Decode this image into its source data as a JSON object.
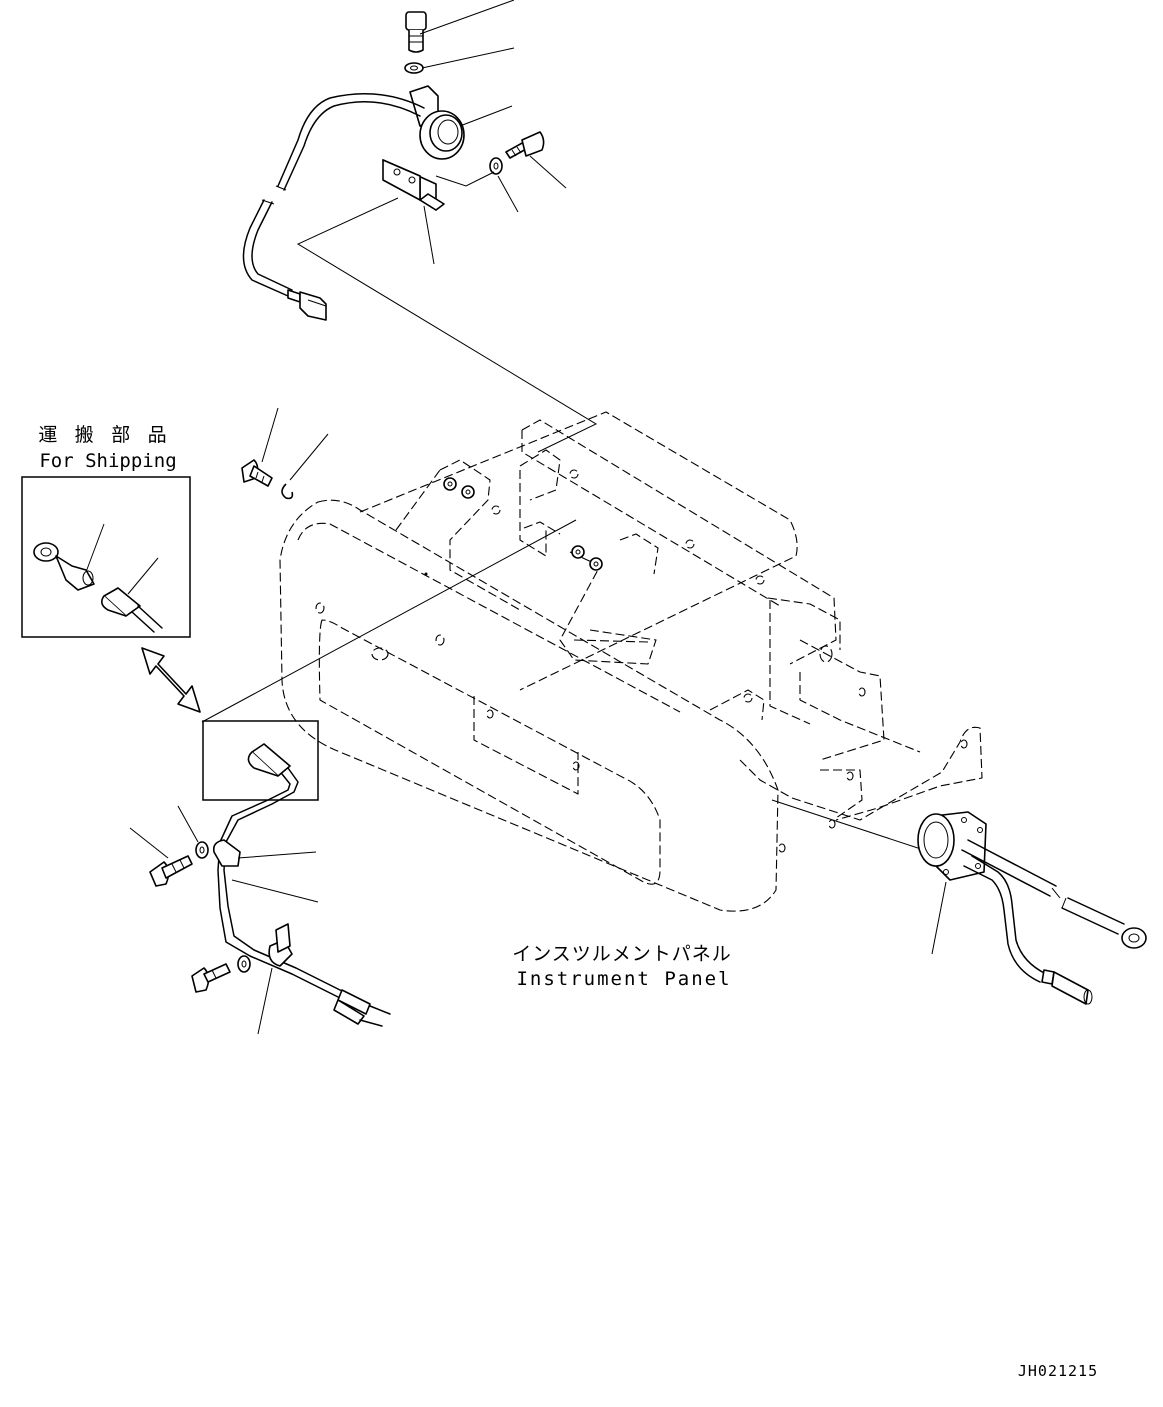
{
  "shipping_label_jp": "運 搬 部 品",
  "shipping_label_en": "For Shipping",
  "panel_label_jp": "インスツルメントパネル",
  "panel_label_en": "Instrument Panel",
  "drawing_number": "JH021215"
}
